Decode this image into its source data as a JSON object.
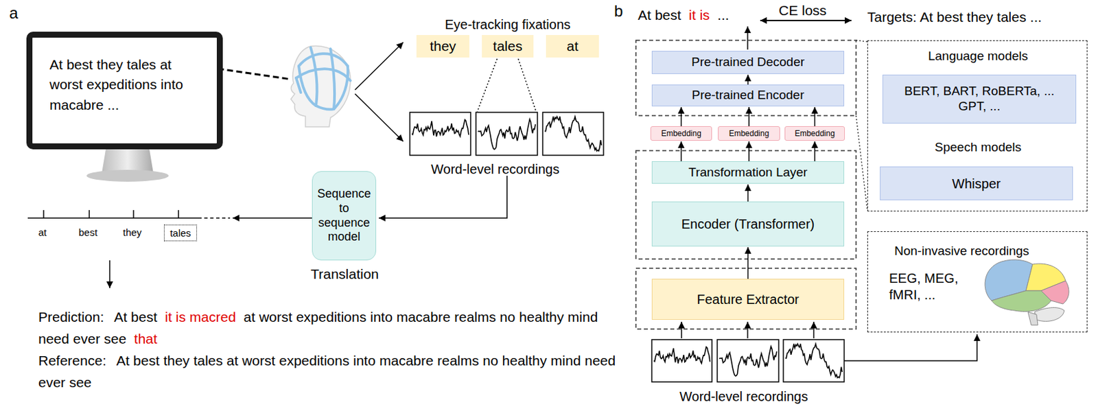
{
  "diagram": {
    "nodes": [
      {
        "text": [
          "At best they tales at worst expeditions into macabre ..."
        ]
      },
      {
        "text": [
          "they"
        ]
      },
      {
        "text": [
          "tales"
        ]
      },
      {
        "text": [
          "at"
        ]
      },
      {
        "text": [
          "Sequence to sequence model",
          "Translation"
        ]
      },
      {
        "text": [
          "tales"
        ]
      },
      {
        "text": [
          "Pre-trained Decoder"
        ]
      },
      {
        "text": [
          "Pre-trained Encoder"
        ]
      },
      {
        "text": [
          "Embedding"
        ]
      },
      {
        "text": [
          "Embedding"
        ]
      },
      {
        "text": [
          "Embedding"
        ]
      },
      {
        "text": [
          "Transformation Layer"
        ]
      },
      {
        "text": [
          "Encoder (Transformer)"
        ]
      },
      {
        "text": [
          "Feature Extractor"
        ]
      },
      {
        "text": [
          "Language models",
          "Speech models"
        ]
      },
      {
        "text": [
          "BERT, BART, RoBERTa, ... GPT, ..."
        ],
        "in": 14
      },
      {
        "text": [
          "Whisper"
        ],
        "in": 14
      },
      {
        "text": [
          "Non-invasive recordings",
          "EEG, MEG, fMRI, ..."
        ]
      }
    ],
    "edges": [
      {
        "from": 13,
        "to": 12,
        "arrow": "to"
      },
      {
        "from": 12,
        "to": 11,
        "arrow": "to"
      },
      {
        "from": 11,
        "to": 8,
        "arrow": "to"
      },
      {
        "from": 11,
        "to": 9,
        "arrow": "to"
      },
      {
        "from": 11,
        "to": 10,
        "arrow": "to"
      },
      {
        "from": 8,
        "to": 7,
        "arrow": "to"
      },
      {
        "from": 9,
        "to": 7,
        "arrow": "to"
      },
      {
        "from": 10,
        "to": 7,
        "arrow": "to"
      },
      {
        "from": 7,
        "to": 6,
        "arrow": "to"
      }
    ],
    "labels": [
      "a",
      "Eye-tracking fixations",
      "Word-level recordings",
      "at",
      "best",
      "they",
      "Prediction:",
      "At best",
      "it is macred",
      "at worst expeditions into macabre realms no healthy mind need ever see",
      "that",
      "Reference:",
      "At best they tales at worst expeditions into macabre realms no healthy mind need ever see",
      "b",
      "At best",
      "it is",
      "...",
      "CE loss",
      "Targets: At best they tales ...",
      "Word-level recordings"
    ]
  }
}
